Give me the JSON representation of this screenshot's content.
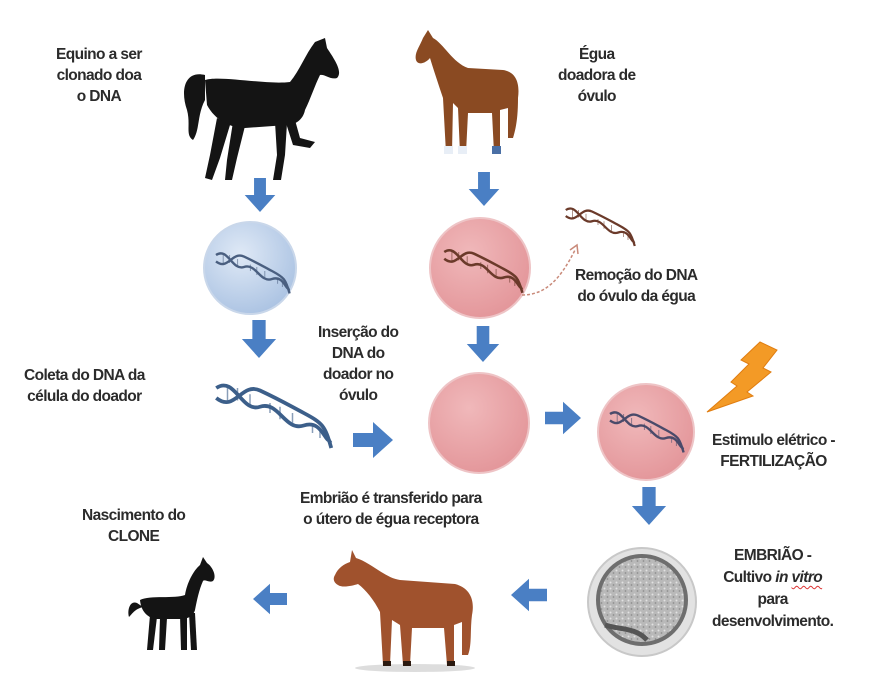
{
  "title": "Clonagem de equino",
  "colors": {
    "arrow": "#4a7fc4",
    "cell_blue": "#bcd0ea",
    "cell_pink": "#e8a0a4",
    "lightning": "#f39a26",
    "dna_blue": "#3c5f8a",
    "dna_brown": "#6b3a2a",
    "embryo_gray": "#a8a8a8"
  },
  "labels": {
    "donor_horse": [
      "Equino a ser",
      "clonado doa",
      "o DNA"
    ],
    "egg_mare": [
      "Égua",
      "doadora de",
      "óvulo"
    ],
    "removal": [
      "Remoção do DNA",
      "do óvulo da égua"
    ],
    "collection": [
      "Coleta do DNA da",
      "célula do doador"
    ],
    "insertion": [
      "Inserção do",
      "DNA do",
      "doador no",
      "óvulo"
    ],
    "stimulus": [
      "Estimulo elétrico -",
      "FERTILIZAÇÃO"
    ],
    "transfer": [
      "Embrião é transferido para",
      "o útero de égua receptora"
    ],
    "birth": [
      "Nascimento do",
      "CLONE"
    ],
    "embryo": {
      "line1": "EMBRIÃO -",
      "line2_prefix": "Cultivo ",
      "line2_italic1": "in",
      "line2_space": " ",
      "line2_italic2": "vitro",
      "line3": "para",
      "line4": "desenvolvimento."
    }
  },
  "icons": {
    "donor_horse": "black-horse-icon",
    "egg_mare": "brown-mare-icon",
    "recipient_mare": "chestnut-mare-icon",
    "clone_foal": "black-foal-icon",
    "lightning": "lightning-bolt-icon",
    "dna": "dna-helix-icon",
    "embryo": "embryo-icon"
  }
}
